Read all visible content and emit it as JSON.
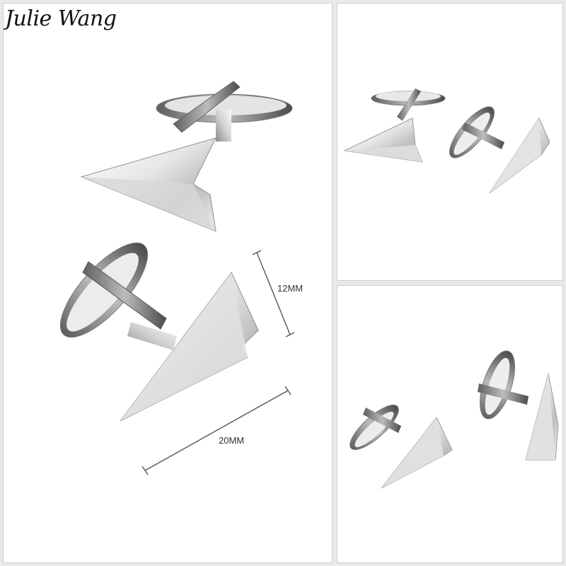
{
  "brand": {
    "name": "Julie Wang"
  },
  "dimensions": {
    "height_label": "12MM",
    "width_label": "20MM"
  },
  "colors": {
    "metal_light": "#f4f4f4",
    "metal_mid": "#c9c9c9",
    "metal_dark": "#6f6f6f",
    "background": "#ffffff",
    "dim_line": "#555555"
  }
}
